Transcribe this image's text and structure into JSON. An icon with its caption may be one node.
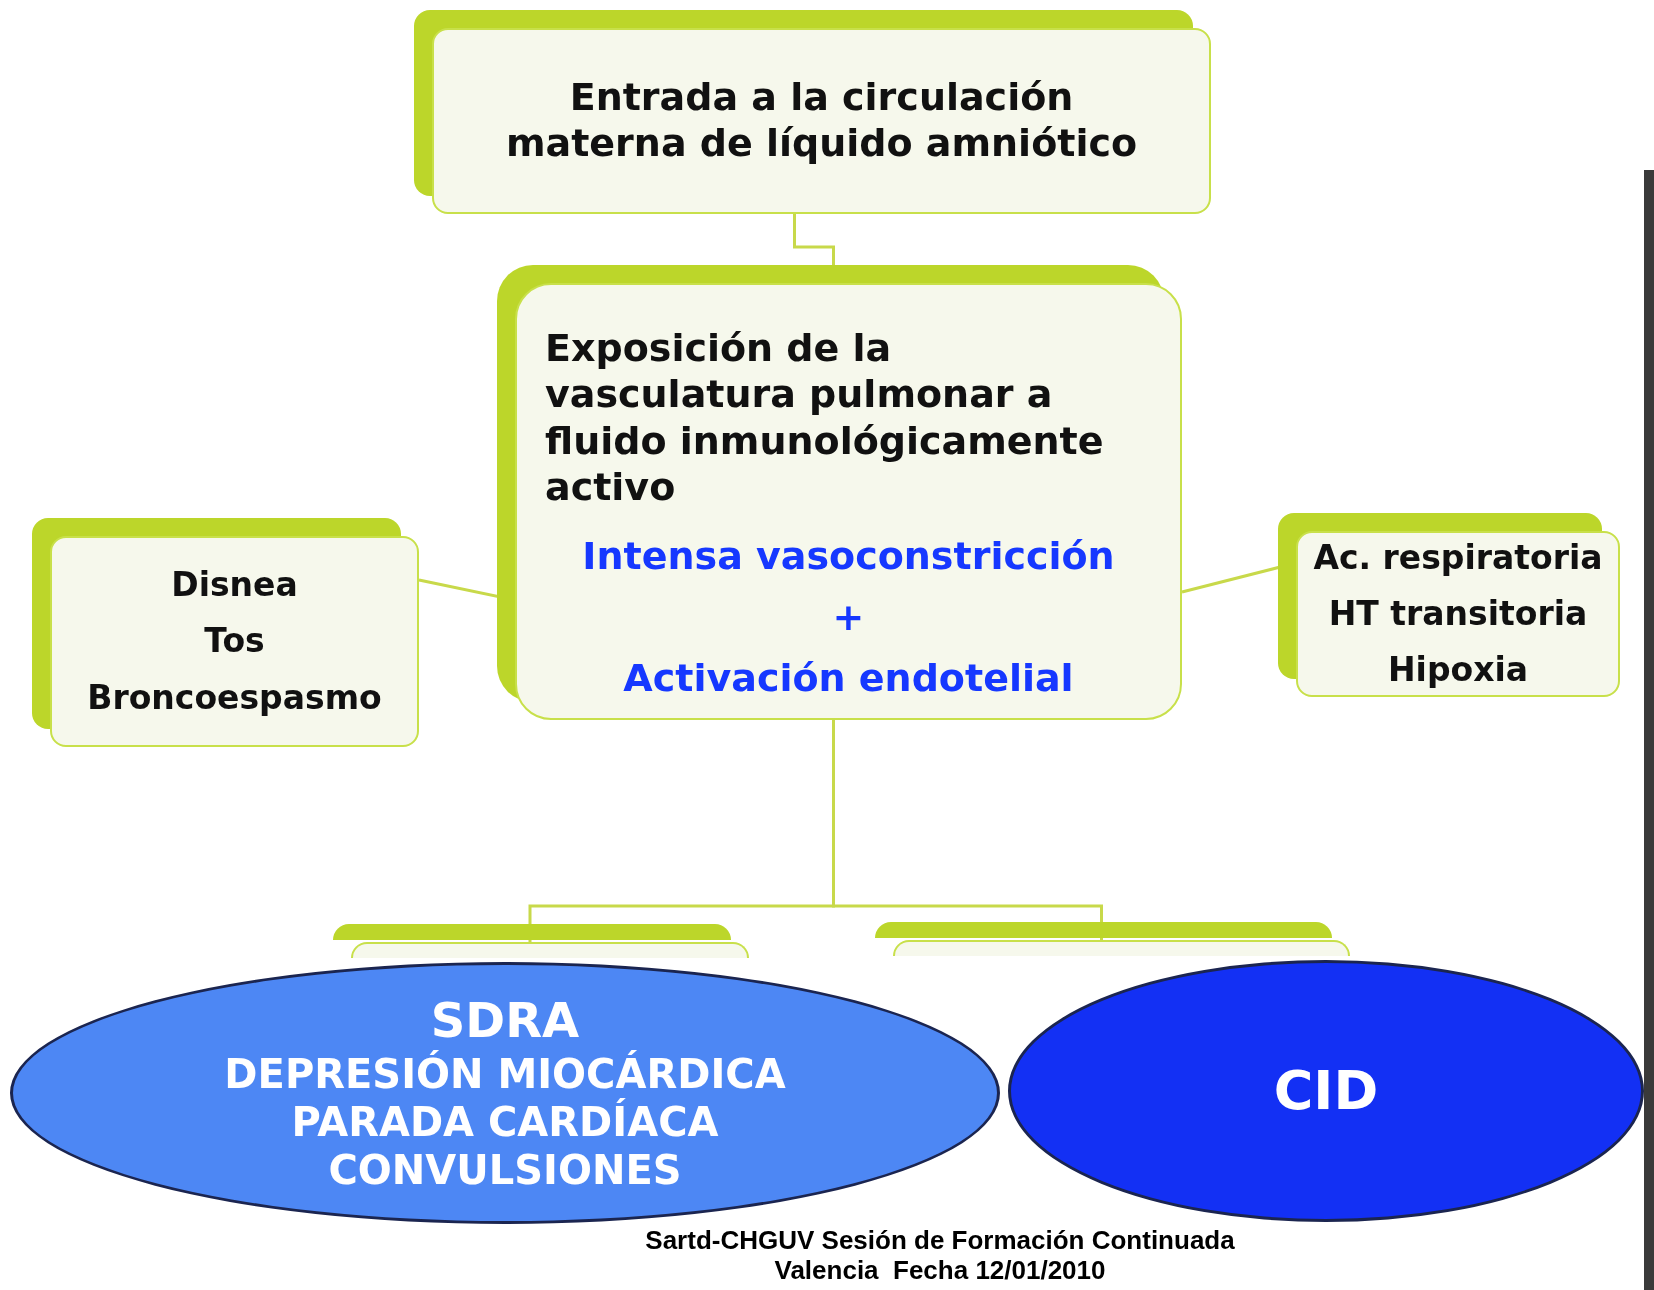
{
  "diagram": {
    "nodes": [
      {
        "text": [
          "Entrada a la circulación materna de líquido amniótico"
        ]
      },
      {
        "text": [
          "Exposición de la vasculatura pulmonar a fluido inmunológicamente activo",
          "Intensa vasoconstricción",
          "+",
          "Activación endotelial"
        ]
      },
      {
        "text": [
          "Disnea",
          "Tos",
          "Broncoespasmo"
        ]
      },
      {
        "text": [
          "Ac. respiratoria",
          "HT transitoria",
          "Hipoxia"
        ]
      },
      {
        "text": [],
        "shape": "box"
      },
      {
        "text": [],
        "shape": "box"
      },
      {
        "text": [
          "SDRA",
          "DEPRESIÓN MIOCÁRDICA",
          "PARADA CARDÍACA",
          "CONVULSIONES"
        ]
      },
      {
        "text": [
          "CID"
        ]
      }
    ],
    "edges": [
      {
        "from": 0,
        "to": 1,
        "arrow": "none"
      },
      {
        "from": 1,
        "to": 2,
        "arrow": "none"
      },
      {
        "from": 1,
        "to": 3,
        "arrow": "none"
      },
      {
        "from": 1,
        "to": 4,
        "arrow": "none"
      },
      {
        "from": 1,
        "to": 5,
        "arrow": "none"
      }
    ],
    "labels": [
      "Sartd-CHGUV Sesión de Formación Continuada",
      "Valencia  Fecha 12/01/2010"
    ]
  }
}
